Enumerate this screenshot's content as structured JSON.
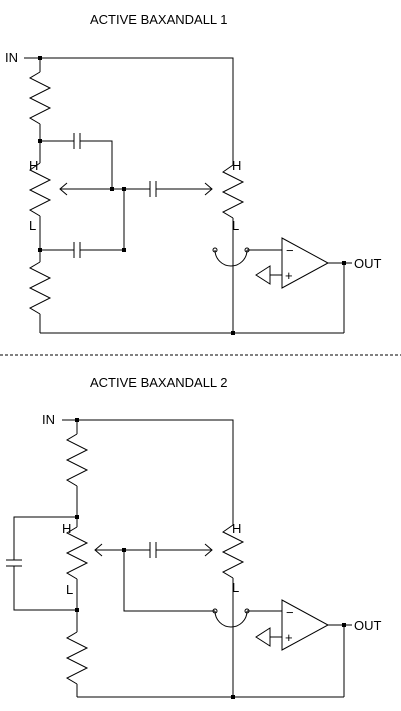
{
  "diagram_1": {
    "title": "ACTIVE BAXANDALL 1",
    "in_label": "IN",
    "out_label": "OUT",
    "pot_high": "H",
    "pot_low": "L",
    "pot2_high": "H",
    "pot2_low": "L",
    "opamp_minus": "−",
    "opamp_plus": "+"
  },
  "diagram_2": {
    "title": "ACTIVE BAXANDALL 2",
    "in_label": "IN",
    "out_label": "OUT",
    "pot_high": "H",
    "pot_low": "L",
    "pot2_high": "H",
    "pot2_low": "L",
    "opamp_minus": "−",
    "opamp_plus": "+"
  }
}
